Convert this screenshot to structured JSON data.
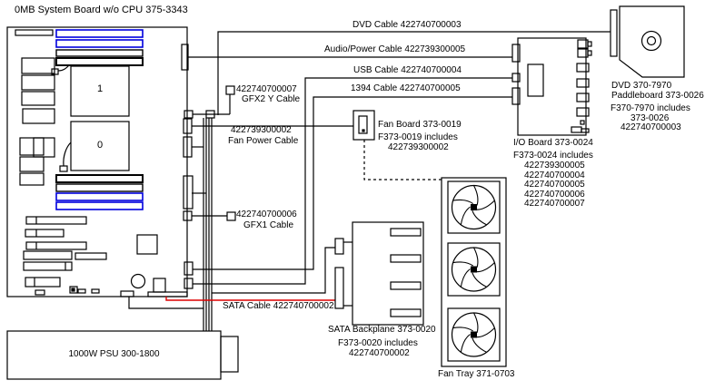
{
  "title": "0MB System Board w/o CPU 375-3343",
  "colors": {
    "line": "#000000",
    "memory_blue": "#0000dd",
    "sata_red": "#dd0000",
    "background": "#ffffff"
  },
  "board": {
    "cpu1_label": "1",
    "cpu0_label": "0"
  },
  "cables": {
    "dvd": "DVD Cable 422740700003",
    "audio_power": "Audio/Power  Cable 422739300005",
    "usb": "USB Cable 422740700004",
    "1394": "1394  Cable 422740700005",
    "gfx2": {
      "part": "422740700007",
      "name": "GFX2 Y Cable"
    },
    "fan_power": {
      "part": "422739300002",
      "name": "Fan Power Cable"
    },
    "gfx1": {
      "part": "422740700006",
      "name": "GFX1 Cable"
    },
    "sata": "SATA Cable 422740700002"
  },
  "components": {
    "fan_board": {
      "label": "Fan  Board 373-0019",
      "includes_title": "F373-0019  includes",
      "includes": [
        "422739300002"
      ]
    },
    "io_board": {
      "label": "I/O Board 373-0024",
      "includes_title": "F373-0024  includes",
      "includes": [
        "422739300005",
        "422740700004",
        "422740700005",
        "422740700006",
        "422740700007"
      ]
    },
    "dvd_paddleboard": {
      "line1": "DVD 370-7970",
      "line2": "Paddleboard  373-0026",
      "includes_title": "F370-7970  includes",
      "includes": [
        "373-0026",
        "422740700003"
      ]
    },
    "sata_backplane": {
      "label": "SATA Backplane 373-0020",
      "includes_title": "F373-0020  includes",
      "includes": [
        "422740700002"
      ]
    },
    "fan_tray": {
      "label": "Fan Tray 371-0703"
    },
    "psu": {
      "label": "1000W  PSU  300-1800"
    }
  }
}
